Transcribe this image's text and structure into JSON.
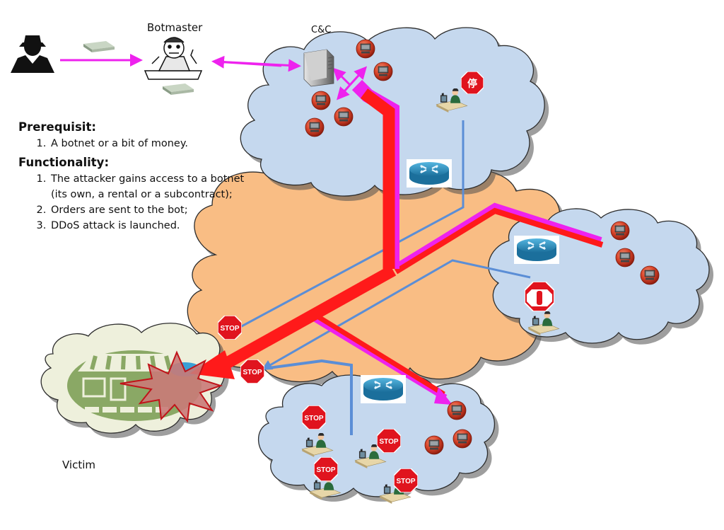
{
  "labels": {
    "botmaster": "Botmaster",
    "cnc": "C&C",
    "victim": "Victim"
  },
  "info": {
    "prerequisite_heading": "Prerequisit:",
    "prerequisite_items": [
      "A botnet or a bit of money."
    ],
    "functionality_heading": "Functionality:",
    "functionality_items": [
      "The attacker gains access to a botnet (its own, a rental or a subcontract);",
      "Orders are sent to the bot;",
      "DDoS attack is launched."
    ]
  },
  "stop_sign_text": "STOP",
  "colors": {
    "internet_cloud": "#f9bd84",
    "botnet_cloud": "#c5d8ee",
    "victim_cloud": "#eef0dc",
    "attack_arrow": "#ff1a1a",
    "command_arrow": "#ee22ee",
    "filter_line": "#5b8ed6",
    "router": "#2a8fc0",
    "bot": "#d9442a"
  },
  "icons": {
    "attacker": "spy-silhouette-icon",
    "money": "cash-bundle-icon",
    "botmaster": "hacker-cartoon-icon",
    "cnc_server": "server-tower-icon",
    "bot": "infected-computer-icon",
    "router": "router-icon",
    "stop": "stop-sign-icon",
    "user": "user-at-desk-icon",
    "victim": "storefront-icon",
    "explosion": "explosion-icon"
  }
}
